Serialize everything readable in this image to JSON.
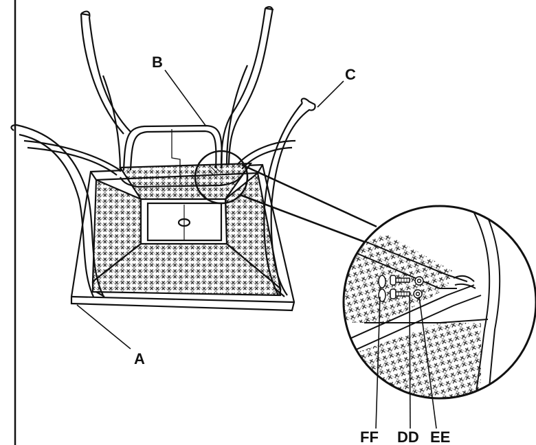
{
  "labels": {
    "a": "A",
    "b": "B",
    "c": "C",
    "dd": "DD",
    "ee": "EE",
    "ff": "FF"
  },
  "colors": {
    "ink": "#111111",
    "background": "#ffffff"
  }
}
